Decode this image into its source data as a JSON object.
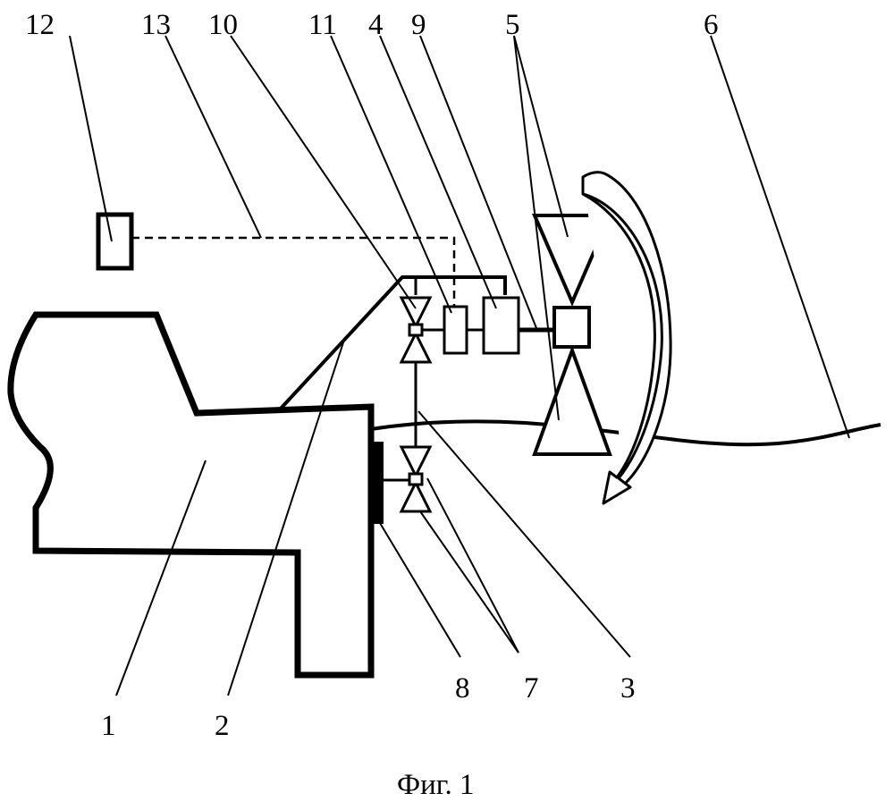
{
  "figure": {
    "caption": "Фиг. 1",
    "labels": {
      "l1": "1",
      "l2": "2",
      "l3": "3",
      "l4": "4",
      "l5": "5",
      "l6": "6",
      "l7": "7",
      "l8": "8",
      "l9": "9",
      "l10": "10",
      "l11": "11",
      "l12": "12",
      "l13": "13"
    }
  }
}
